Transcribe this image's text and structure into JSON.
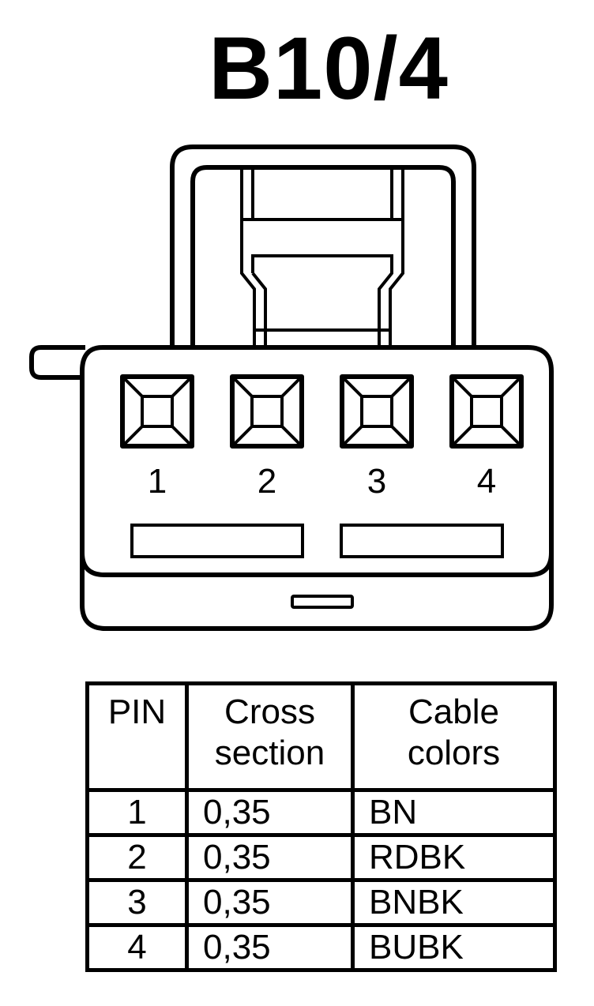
{
  "title": "B10/4",
  "connector": {
    "pin_labels": [
      "1",
      "2",
      "3",
      "4"
    ]
  },
  "table": {
    "headers": {
      "pin": "PIN",
      "cross_line1": "Cross",
      "cross_line2": "section",
      "color_line1": "Cable",
      "color_line2": "colors"
    },
    "rows": [
      {
        "pin": "1",
        "cross_section": "0,35",
        "color": "BN"
      },
      {
        "pin": "2",
        "cross_section": "0,35",
        "color": "RDBK"
      },
      {
        "pin": "3",
        "cross_section": "0,35",
        "color": "BNBK"
      },
      {
        "pin": "4",
        "cross_section": "0,35",
        "color": "BUBK"
      }
    ]
  }
}
